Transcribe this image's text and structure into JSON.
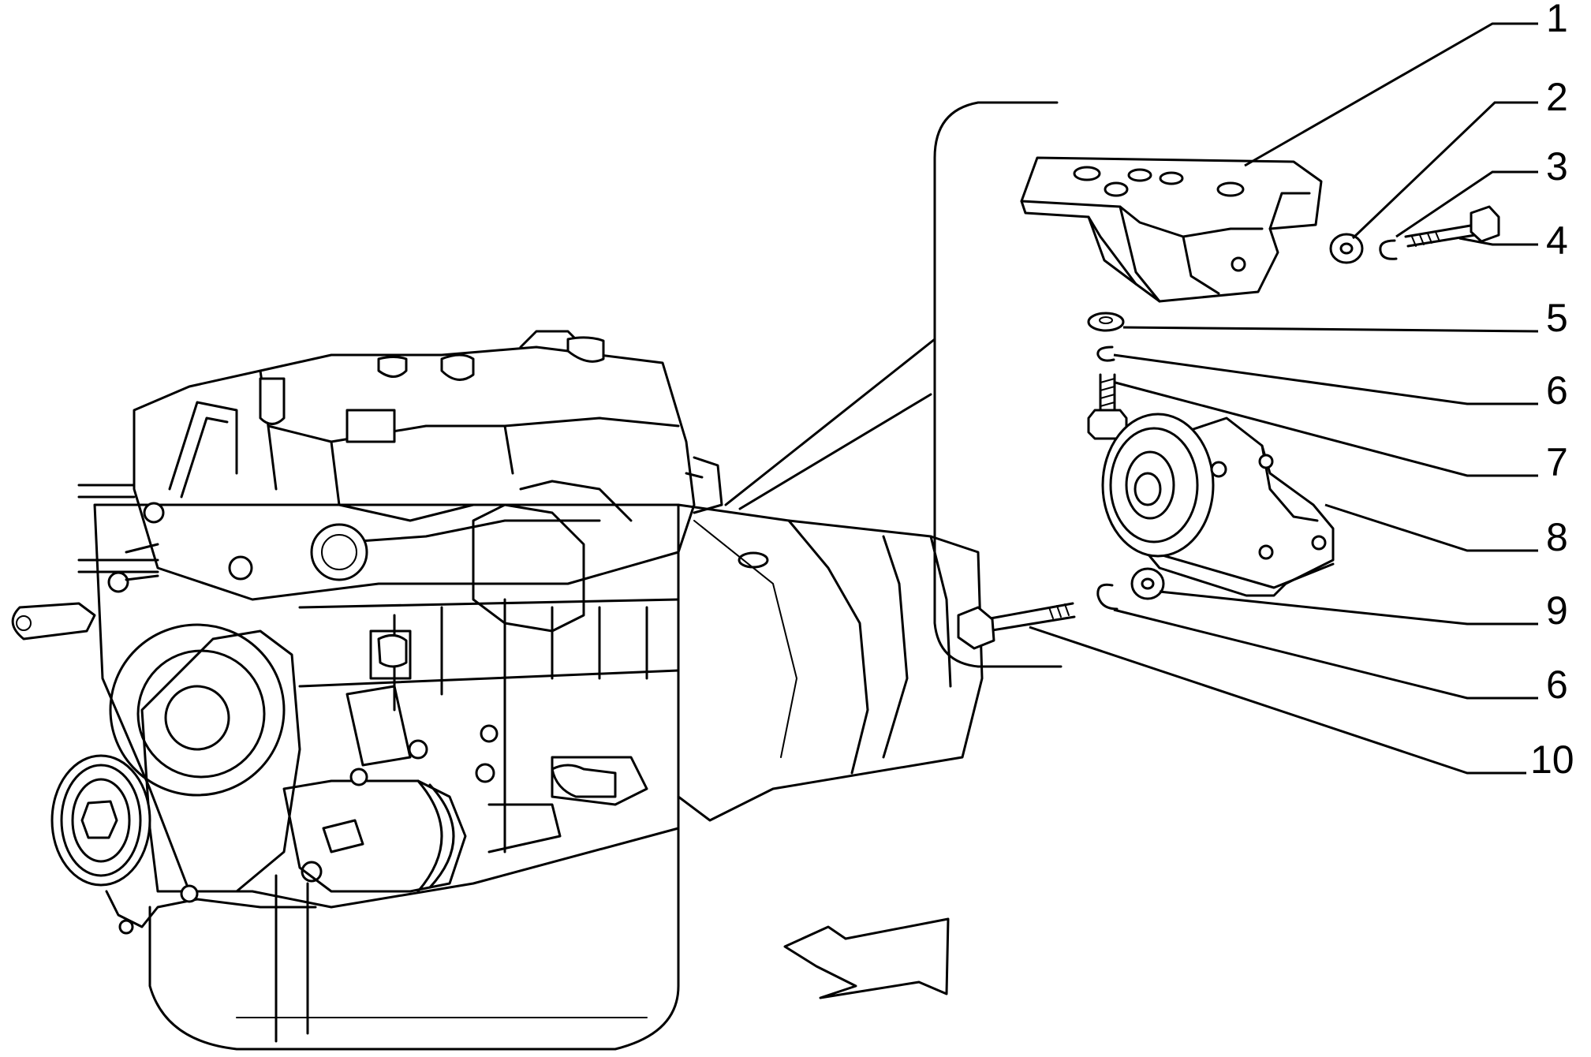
{
  "callouts": [
    {
      "id": "c1",
      "label": "1"
    },
    {
      "id": "c2",
      "label": "2"
    },
    {
      "id": "c3",
      "label": "3"
    },
    {
      "id": "c4",
      "label": "4"
    },
    {
      "id": "c5",
      "label": "5"
    },
    {
      "id": "c6a",
      "label": "6"
    },
    {
      "id": "c7",
      "label": "7"
    },
    {
      "id": "c8",
      "label": "8"
    },
    {
      "id": "c9",
      "label": "9"
    },
    {
      "id": "c6b",
      "label": "6"
    },
    {
      "id": "c10",
      "label": "10"
    }
  ]
}
